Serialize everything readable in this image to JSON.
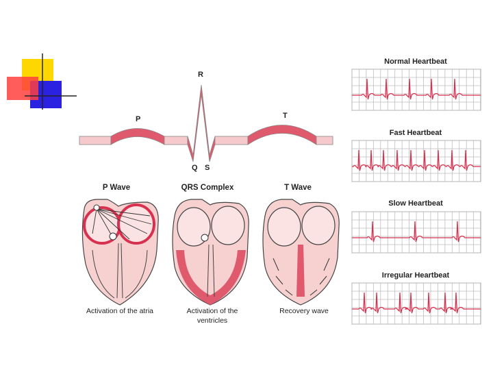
{
  "colors": {
    "accent_yellow": "#ffd700",
    "accent_red": "#ff3b3b",
    "accent_blue": "#2a22e0",
    "ecg_fill": "#e05a6e",
    "ecg_light": "#f6c9cc",
    "heart_fill": "#f7d0d0",
    "heart_stroke": "#444444",
    "grid_line": "#b9b9b9",
    "trace": "#d8314f"
  },
  "ecg": {
    "letters": {
      "p": "P",
      "r": "R",
      "t": "T",
      "q": "Q",
      "s": "S"
    }
  },
  "hearts": [
    {
      "title": "P Wave",
      "caption": "Activation of the atria"
    },
    {
      "title": "QRS Complex",
      "caption_line1": "Activation of the",
      "caption_line2": "ventricles"
    },
    {
      "title": "T Wave",
      "caption": "Recovery wave"
    }
  ],
  "strips": [
    {
      "title": "Normal Heartbeat"
    },
    {
      "title": "Fast Heartbeat"
    },
    {
      "title": "Slow Heartbeat"
    },
    {
      "title": "Irregular Heartbeat"
    }
  ]
}
